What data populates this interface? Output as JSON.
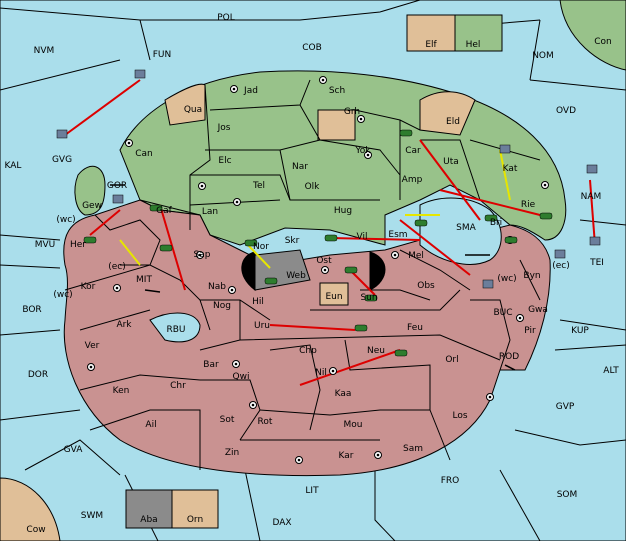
{
  "sea_labels": [
    "POL",
    "NVM",
    "FUN",
    "COB",
    "NOM",
    "Con",
    "OVD",
    "KAL",
    "GVG",
    "GOR",
    "(wc)",
    "MVU",
    "MIT",
    "(ec)",
    "BOR",
    "(wc)",
    "RBU",
    "SMA",
    "(wc)",
    "(ec)",
    "BUC",
    "KUP",
    "TEI",
    "NAM",
    "DOR",
    "ROD",
    "ALT",
    "GVP",
    "GVA",
    "FRO",
    "LIT",
    "SOM",
    "SWM",
    "DAX",
    "Cow"
  ],
  "green_labels": [
    "Qua",
    "Jad",
    "Sch",
    "Jos",
    "Can",
    "Grh",
    "Eld",
    "Car",
    "Yok",
    "Nar",
    "Elc",
    "Uta",
    "Kat",
    "Tel",
    "Olk",
    "Amp",
    "Gew",
    "Lan",
    "Hug",
    "Rie",
    "Esm",
    "Vil",
    "Ost",
    "Her",
    "Gaf",
    "Bri"
  ],
  "red_labels": [
    "Sap",
    "Nor",
    "Skr",
    "Web",
    "Mel",
    "Byn",
    "Kor",
    "Nab",
    "Nog",
    "Eun",
    "Sun",
    "Obs",
    "Gwa",
    "Ark",
    "Hil",
    "Uru",
    "Feu",
    "Pir",
    "Ver",
    "Bar",
    "Chp",
    "Neu",
    "Orl",
    "Qwi",
    "Nil",
    "Ken",
    "Chr",
    "Kaa",
    "Ail",
    "Sot",
    "Rot",
    "Mou",
    "Los",
    "Zin",
    "Kar",
    "Sam"
  ],
  "legend": {
    "top": {
      "left": "Elf",
      "right": "Hel"
    },
    "bottom": {
      "left": "Aba",
      "right": "Orn"
    }
  },
  "colors": {
    "sea": "#aadeeb",
    "green_power": "#98c28a",
    "red_power": "#c99291",
    "neutral": "#e0bf98",
    "impassable": "#8b8b8b",
    "move_arrow": "#dd0000",
    "support_arrow": "#e6e600"
  },
  "icons": [
    "army-icon",
    "fleet-icon",
    "supply-center-icon",
    "move-arrow-icon",
    "support-arrow-icon",
    "convoy-arrow-icon"
  ]
}
